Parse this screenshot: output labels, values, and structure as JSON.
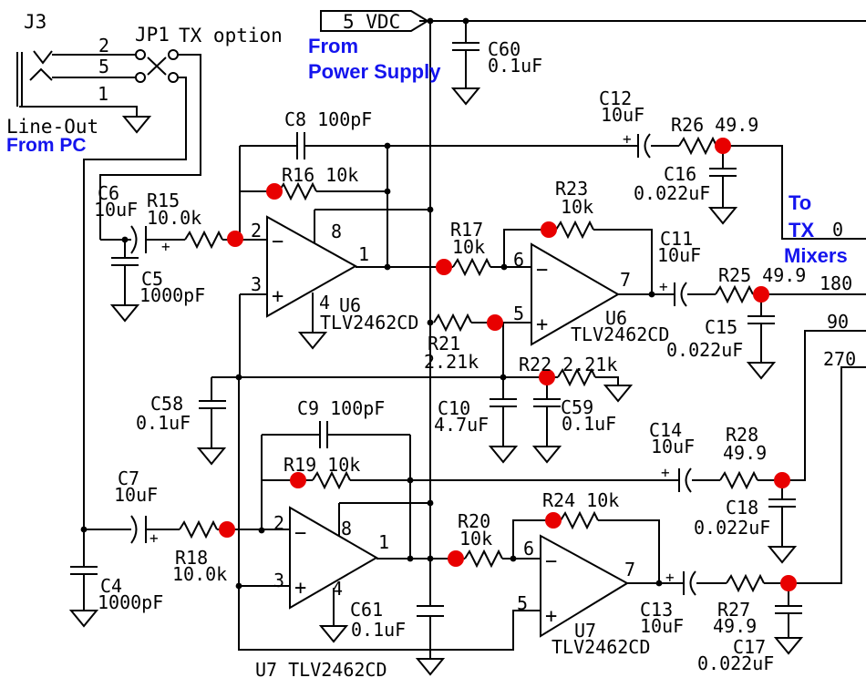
{
  "colors": {
    "annotation_blue": "#1414EE",
    "marker_red": "#E80000",
    "wire_black": "#000000"
  },
  "power": {
    "flag": "5 VDC",
    "source_note_1": "From",
    "source_note_2": "Power Supply"
  },
  "jack": {
    "ref": "J3",
    "pin_tip": "2",
    "pin_ring": "5",
    "pin_sleeve": "1",
    "note_1": "Line-Out",
    "note_2": "From PC"
  },
  "jumper": {
    "ref": "JP1",
    "note": "TX option"
  },
  "outputs": {
    "note_1": "To",
    "note_2": "TX",
    "note_3": "Mixers",
    "p0": "0",
    "p180": "180",
    "p90": "90",
    "p270": "270"
  },
  "sym": {
    "plus": "+",
    "minus": "−"
  },
  "opamps": {
    "u6a": {
      "ref": "U6",
      "part": "TLV2462CD",
      "pin_inv": "2",
      "pin_ninv": "3",
      "pin_out": "1",
      "pin_vcc": "8",
      "pin_gnd": "4"
    },
    "u6b": {
      "ref": "U6",
      "part": "TLV2462CD",
      "pin_inv": "6",
      "pin_ninv": "5",
      "pin_out": "7"
    },
    "u7a": {
      "label": "U7 TLV2462CD",
      "pin_inv": "2",
      "pin_ninv": "3",
      "pin_out": "1",
      "pin_vcc": "8",
      "pin_gnd": "4"
    },
    "u7b": {
      "ref": "U7",
      "part": "TLV2462CD",
      "pin_inv": "6",
      "pin_ninv": "5",
      "pin_out": "7"
    }
  },
  "resistors": {
    "r15": {
      "ref": "R15",
      "val": "10.0k"
    },
    "r16": {
      "label": "R16 10k"
    },
    "r17": {
      "ref": "R17",
      "val": "10k"
    },
    "r18": {
      "ref": "R18",
      "val": "10.0k"
    },
    "r19": {
      "label": "R19  10k"
    },
    "r20": {
      "ref": "R20",
      "val": "10k"
    },
    "r21": {
      "ref": "R21",
      "val": "2.21k"
    },
    "r22": {
      "label": "R22 2.21k"
    },
    "r23": {
      "ref": "R23",
      "val": "10k"
    },
    "r24": {
      "label": "R24 10k"
    },
    "r25": {
      "label": "R25 49.9"
    },
    "r26": {
      "label": "R26 49.9"
    },
    "r27": {
      "ref": "R27",
      "val": "49.9"
    },
    "r28": {
      "ref": "R28",
      "val": "49.9"
    }
  },
  "capacitors": {
    "c4": {
      "ref": "C4",
      "val": "1000pF"
    },
    "c5": {
      "ref": "C5",
      "val": "1000pF"
    },
    "c6": {
      "ref": "C6",
      "val": "10uF"
    },
    "c7": {
      "ref": "C7",
      "val": "10uF"
    },
    "c8": {
      "label": "C8 100pF"
    },
    "c9": {
      "label": "C9  100pF"
    },
    "c10": {
      "ref": "C10",
      "val": "4.7uF"
    },
    "c11": {
      "ref": "C11",
      "val": "10uF"
    },
    "c12": {
      "ref": "C12",
      "val": "10uF"
    },
    "c13": {
      "ref": "C13",
      "val": "10uF"
    },
    "c14": {
      "ref": "C14",
      "val": "10uF"
    },
    "c15": {
      "ref": "C15",
      "val": "0.022uF"
    },
    "c16": {
      "ref": "C16",
      "val": "0.022uF"
    },
    "c17": {
      "ref": "C17",
      "val": "0.022uF"
    },
    "c18": {
      "ref": "C18",
      "val": "0.022uF"
    },
    "c58": {
      "ref": "C58",
      "val": "0.1uF"
    },
    "c59": {
      "ref": "C59",
      "val": "0.1uF"
    },
    "c60": {
      "ref": "C60",
      "val": "0.1uF"
    },
    "c61": {
      "ref": "C61",
      "val": "0.1uF"
    }
  }
}
